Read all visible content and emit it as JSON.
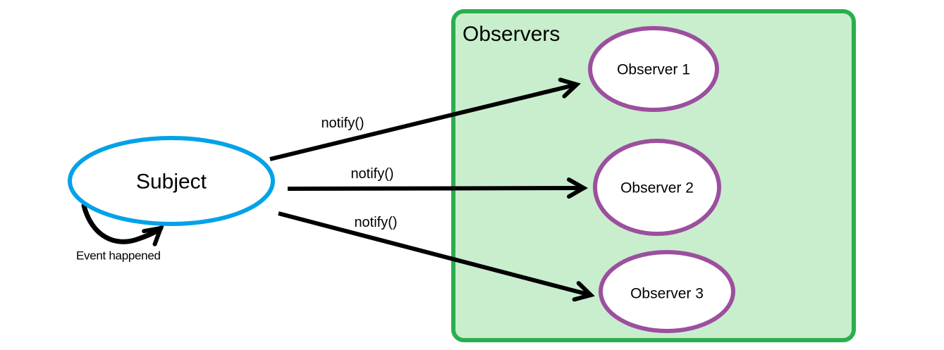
{
  "colors": {
    "background": "#FFFFFF",
    "subject_stroke": "#00A2E8",
    "observer_stroke": "#9C4F9E",
    "box_border": "#2BAE4E",
    "box_fill": "#C9EECD",
    "arrow": "#000000",
    "text": "#000000"
  },
  "diagram": {
    "subject": {
      "label": "Subject"
    },
    "self_loop": {
      "label": "Event happened"
    },
    "observers_box": {
      "title": "Observers"
    },
    "observers": [
      {
        "label": "Observer 1"
      },
      {
        "label": "Observer 2"
      },
      {
        "label": "Observer 3"
      }
    ],
    "arrows": [
      {
        "label": "notify()"
      },
      {
        "label": "notify()"
      },
      {
        "label": "notify()"
      }
    ]
  }
}
